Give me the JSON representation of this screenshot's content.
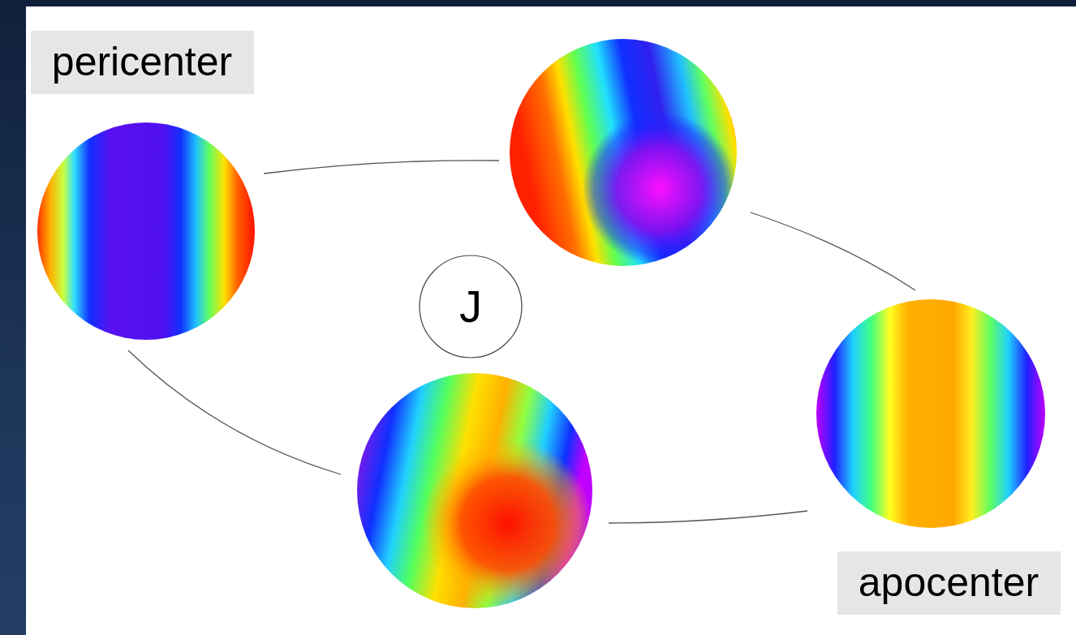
{
  "diagram": {
    "nodes": [
      {
        "text": [
          "pericenter"
        ]
      },
      {
        "text": [
          "J"
        ]
      },
      {
        "text": [
          "apocenter"
        ]
      }
    ]
  }
}
